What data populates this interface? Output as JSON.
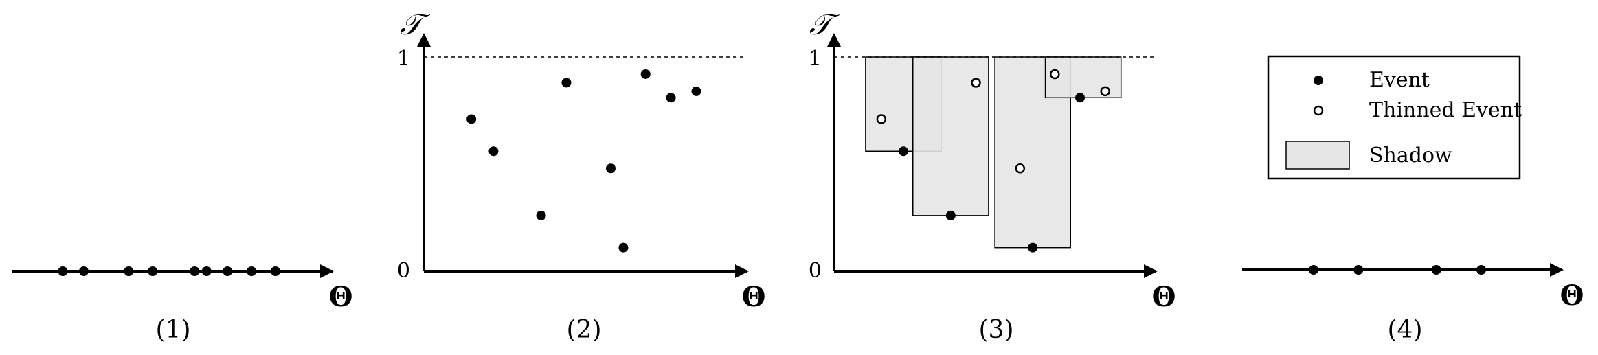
{
  "panels": [
    {
      "caption": "(1)",
      "x_axis_label": "Θ",
      "events": [
        0.15,
        0.22,
        0.37,
        0.45,
        0.59,
        0.63,
        0.7,
        0.78,
        0.86
      ]
    },
    {
      "caption": "(2)",
      "x_axis_label": "Θ",
      "y_axis_label": "𝒯",
      "y_ticks": [
        "0",
        "1"
      ],
      "events": [
        {
          "theta": 0.15,
          "t": 0.71
        },
        {
          "theta": 0.22,
          "t": 0.56
        },
        {
          "theta": 0.37,
          "t": 0.26
        },
        {
          "theta": 0.45,
          "t": 0.88
        },
        {
          "theta": 0.59,
          "t": 0.48
        },
        {
          "theta": 0.63,
          "t": 0.11
        },
        {
          "theta": 0.7,
          "t": 0.92
        },
        {
          "theta": 0.78,
          "t": 0.81
        },
        {
          "theta": 0.86,
          "t": 0.84
        }
      ]
    },
    {
      "caption": "(3)",
      "x_axis_label": "Θ",
      "y_axis_label": "𝒯",
      "y_ticks": [
        "0",
        "1"
      ],
      "shadows": [
        {
          "theta_start": 0.1,
          "theta_end": 0.34,
          "t": 0.56
        },
        {
          "theta_start": 0.25,
          "theta_end": 0.49,
          "t": 0.26
        },
        {
          "theta_start": 0.51,
          "theta_end": 0.75,
          "t": 0.11
        },
        {
          "theta_start": 0.67,
          "theta_end": 0.91,
          "t": 0.81
        }
      ],
      "events": [
        {
          "theta": 0.15,
          "t": 0.71,
          "kind": "thinned"
        },
        {
          "theta": 0.22,
          "t": 0.56,
          "kind": "event"
        },
        {
          "theta": 0.37,
          "t": 0.26,
          "kind": "event"
        },
        {
          "theta": 0.45,
          "t": 0.88,
          "kind": "thinned"
        },
        {
          "theta": 0.59,
          "t": 0.48,
          "kind": "thinned"
        },
        {
          "theta": 0.63,
          "t": 0.11,
          "kind": "event"
        },
        {
          "theta": 0.7,
          "t": 0.92,
          "kind": "thinned"
        },
        {
          "theta": 0.78,
          "t": 0.81,
          "kind": "event"
        },
        {
          "theta": 0.86,
          "t": 0.84,
          "kind": "thinned"
        }
      ]
    },
    {
      "caption": "(4)",
      "x_axis_label": "Θ",
      "events": [
        0.22,
        0.37,
        0.63,
        0.78
      ]
    }
  ],
  "legend": {
    "event": "Event",
    "thinned_event": "Thinned Event",
    "shadow": "Shadow"
  },
  "colors": {
    "ink": "#000000",
    "shadow_fill": "#e6e6e6"
  }
}
